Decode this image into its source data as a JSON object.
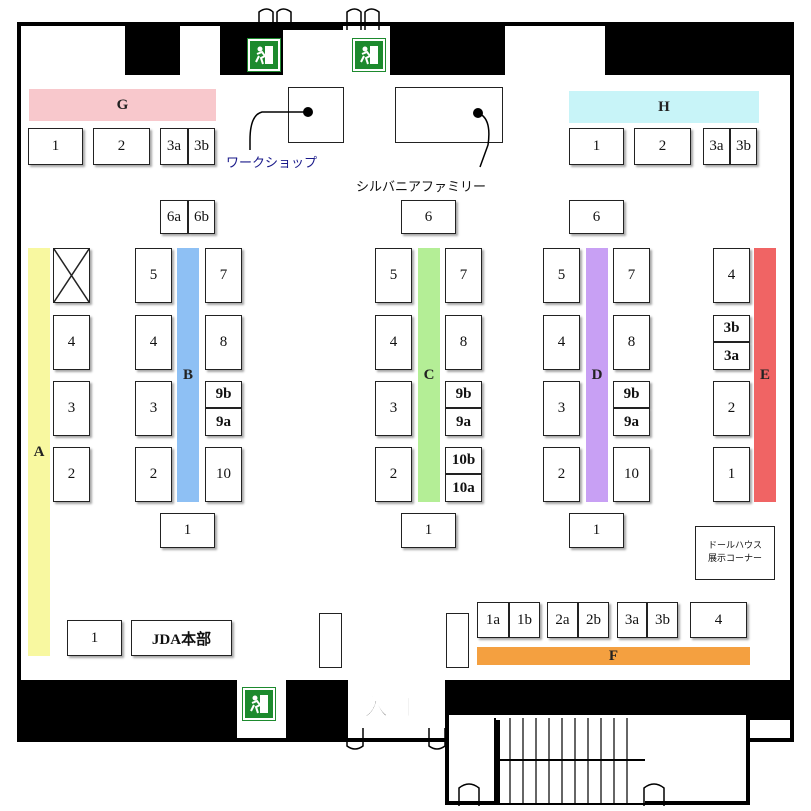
{
  "rows": {
    "G": "G",
    "H": "H",
    "A": "A",
    "B": "B",
    "C": "C",
    "D": "D",
    "E": "E",
    "F": "F"
  },
  "booths": {
    "g1": "1",
    "g2": "2",
    "g3a": "3a",
    "g3b": "3b",
    "g6a": "6a",
    "g6b": "6b",
    "h1": "1",
    "h2": "2",
    "h3a": "3a",
    "h3b": "3b",
    "a4": "4",
    "a3": "3",
    "a2": "2",
    "bl5": "5",
    "bl4": "4",
    "bl3": "3",
    "bl2": "2",
    "br7": "7",
    "br8": "8",
    "br9b": "9b",
    "br9a": "9a",
    "br10": "10",
    "b1": "1",
    "c6": "6",
    "cl5": "5",
    "cl4": "4",
    "cl3": "3",
    "cl2": "2",
    "cr7": "7",
    "cr8": "8",
    "cr9b": "9b",
    "cr9a": "9a",
    "cr10b": "10b",
    "cr10a": "10a",
    "c1": "1",
    "d6": "6",
    "dl5": "5",
    "dl4": "4",
    "dl3": "3",
    "dl2": "2",
    "dr7": "7",
    "dr8": "8",
    "dr9b": "9b",
    "dr9a": "9a",
    "dr10": "10",
    "d1": "1",
    "e4": "4",
    "e3b": "3b",
    "e3a": "3a",
    "e2": "2",
    "e1": "1",
    "f1a": "1a",
    "f1b": "1b",
    "f2a": "2a",
    "f2b": "2b",
    "f3a": "3a",
    "f3b": "3b",
    "f4": "4",
    "bottom1": "1",
    "jda": "JDA本部"
  },
  "labels": {
    "workshop": "ワークショップ",
    "sylvanian": "シルバニアファミリー",
    "dollhouse_line1": "ドールハウス",
    "dollhouse_line2": "展示コーナー",
    "entrance": "入口"
  },
  "colors": {
    "G": "#f8c8cc",
    "H": "#c8f4f8",
    "A": "#f8f8a0",
    "B": "#8ec0f4",
    "C": "#b4ee96",
    "D": "#c8a0f4",
    "E": "#f06464",
    "F": "#f4a040",
    "wall": "#000000",
    "exit": "#1d8a2e"
  },
  "icons": [
    "emergency-exit-icon",
    "door-icon",
    "stairs-icon"
  ]
}
